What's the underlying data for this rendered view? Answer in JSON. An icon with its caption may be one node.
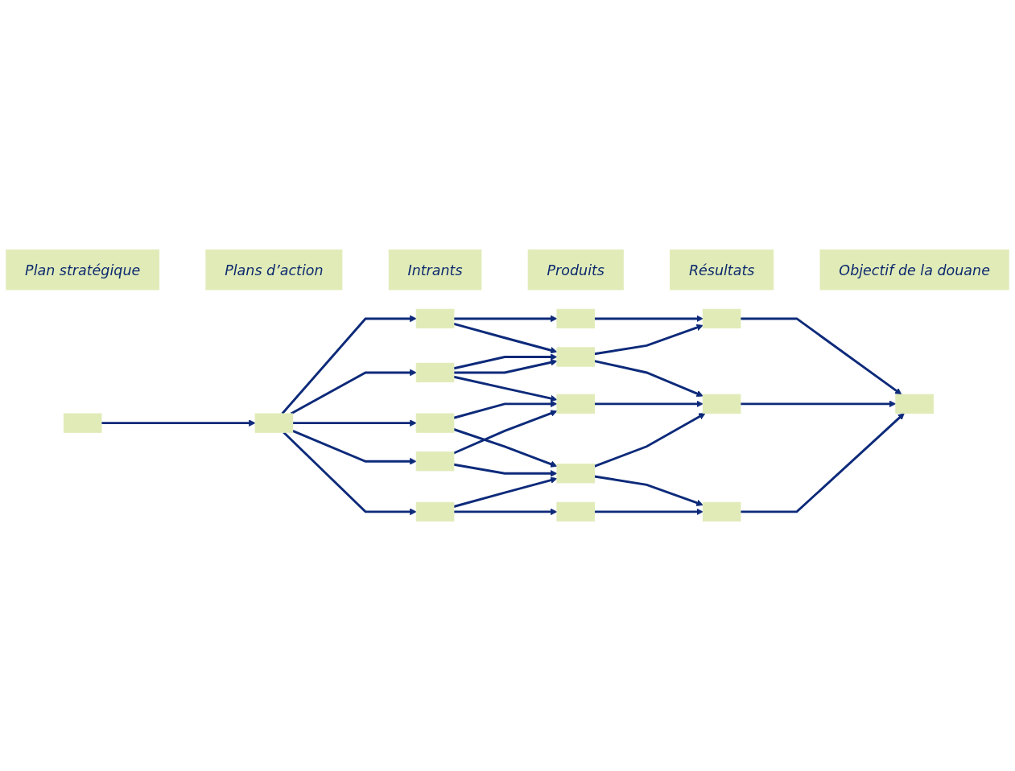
{
  "diagram": {
    "nodes": [
      {
        "text": [
          "Plan stratégique"
        ]
      },
      {
        "text": [
          "Plans d’action"
        ]
      },
      {
        "text": [
          "Intrants"
        ]
      },
      {
        "text": [
          "Produits"
        ]
      },
      {
        "text": [
          "Résultats"
        ]
      },
      {
        "text": [
          "Objectif de la douane"
        ]
      },
      {
        "text": [],
        "shape": "box"
      },
      {
        "text": [],
        "shape": "box"
      },
      {
        "text": [],
        "shape": "box"
      },
      {
        "text": [],
        "shape": "box"
      },
      {
        "text": [],
        "shape": "box"
      },
      {
        "text": [],
        "shape": "box"
      },
      {
        "text": [],
        "shape": "box"
      },
      {
        "text": [],
        "shape": "box"
      },
      {
        "text": [],
        "shape": "box"
      },
      {
        "text": [],
        "shape": "box"
      },
      {
        "text": [],
        "shape": "box"
      },
      {
        "text": [],
        "shape": "box"
      },
      {
        "text": [],
        "shape": "box"
      },
      {
        "text": [],
        "shape": "box"
      },
      {
        "text": [],
        "shape": "box"
      },
      {
        "text": [],
        "shape": "box"
      }
    ],
    "edges": [
      {
        "from": 6,
        "to": 7,
        "arrow": "to"
      },
      {
        "from": 7,
        "to": 8,
        "arrow": "to"
      },
      {
        "from": 7,
        "to": 9,
        "arrow": "to"
      },
      {
        "from": 7,
        "to": 10,
        "arrow": "to"
      },
      {
        "from": 7,
        "to": 11,
        "arrow": "to"
      },
      {
        "from": 7,
        "to": 12,
        "arrow": "to"
      },
      {
        "from": 8,
        "to": 13,
        "arrow": "to"
      },
      {
        "from": 8,
        "to": 14,
        "arrow": "to"
      },
      {
        "from": 9,
        "to": 14,
        "arrow": "to"
      },
      {
        "from": 9,
        "to": 14,
        "arrow": "to"
      },
      {
        "from": 9,
        "to": 15,
        "arrow": "to"
      },
      {
        "from": 10,
        "to": 15,
        "arrow": "to"
      },
      {
        "from": 10,
        "to": 16,
        "arrow": "to"
      },
      {
        "from": 11,
        "to": 15,
        "arrow": "to"
      },
      {
        "from": 11,
        "to": 16,
        "arrow": "to"
      },
      {
        "from": 12,
        "to": 16,
        "arrow": "to"
      },
      {
        "from": 12,
        "to": 17,
        "arrow": "to"
      },
      {
        "from": 13,
        "to": 18,
        "arrow": "to"
      },
      {
        "from": 14,
        "to": 18,
        "arrow": "to"
      },
      {
        "from": 14,
        "to": 19,
        "arrow": "to"
      },
      {
        "from": 15,
        "to": 19,
        "arrow": "to"
      },
      {
        "from": 16,
        "to": 19,
        "arrow": "to"
      },
      {
        "from": 16,
        "to": 20,
        "arrow": "to"
      },
      {
        "from": 17,
        "to": 20,
        "arrow": "to"
      },
      {
        "from": 18,
        "to": 21,
        "arrow": "to"
      },
      {
        "from": 19,
        "to": 21,
        "arrow": "to"
      },
      {
        "from": 20,
        "to": 21,
        "arrow": "to"
      }
    ]
  }
}
